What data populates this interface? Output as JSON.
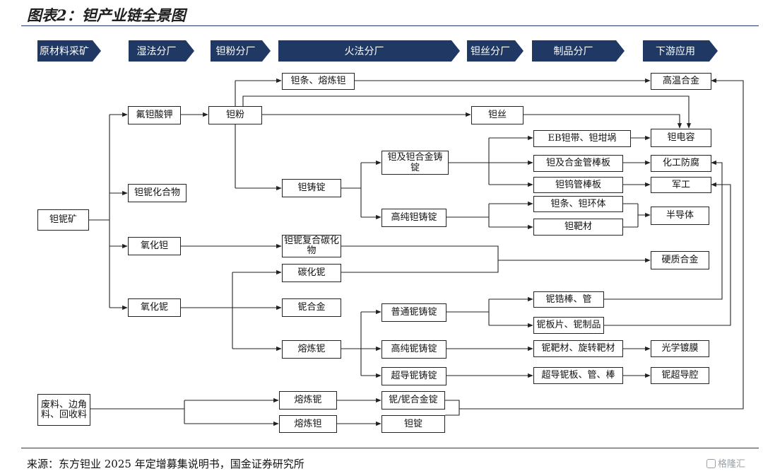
{
  "title": "图表2：钽产业链全景图",
  "source": "来源：东方钽业 2025 年定增募集说明书，国金证券研究所",
  "watermark": "格隆汇",
  "stages": [
    "原材料采矿",
    "湿法分厂",
    "钽粉分厂",
    "火法分厂",
    "钽丝分厂",
    "制品分厂",
    "下游应用"
  ],
  "nodes": {
    "ore": "钽铌矿",
    "scrap": "废料、边角料、回收料",
    "k2taf7": "氟钽酸钾",
    "tanb_compound": "钽铌化合物",
    "ta2o5": "氧化钽",
    "nb2o5": "氧化铌",
    "ta_powder": "钽粉",
    "ta_bar": "钽条、熔炼钽",
    "ta_cast": "钽铸锭",
    "tanb_carbide": "钽铌复合碳化物",
    "nb_carbide": "碳化铌",
    "nb_alloy": "铌合金",
    "nb_melt": "熔炼铌",
    "scrap_nb_melt": "熔炼铌",
    "scrap_ta_melt": "熔炼钽",
    "ta_wire": "钽丝",
    "ta_alloy_ingot": "钽及钽合金铸锭",
    "hp_ta_ingot": "高纯钽铸锭",
    "nb_ingot": "普通铌铸锭",
    "hp_nb_ingot": "高纯铌铸锭",
    "sc_nb_ingot": "超导铌铸锭",
    "nb_alloy_ingot": "铌/铌合金锭",
    "ta_ingot": "钽锭",
    "eb_strip": "EB钽带、钽坩埚",
    "ta_tube_plate": "钽及合金管棒板",
    "taw_tube": "钽钨管棒板",
    "ta_ring": "钽条、钽环体",
    "ta_target": "钽靶材",
    "nbzr_rod": "铌锆棒、管",
    "nb_sheet": "铌板片、铌制品",
    "nb_target": "铌靶材、旋转靶材",
    "sc_nb_sheet": "超导铌板、管、棒",
    "superalloy": "高温合金",
    "ta_capacitor": "钽电容",
    "chem_anticorr": "化工防腐",
    "military": "军工",
    "semiconductor": "半导体",
    "hard_alloy": "硬质合金",
    "optical_coating": "光学镀膜",
    "nb_cavity": "铌超导腔"
  }
}
